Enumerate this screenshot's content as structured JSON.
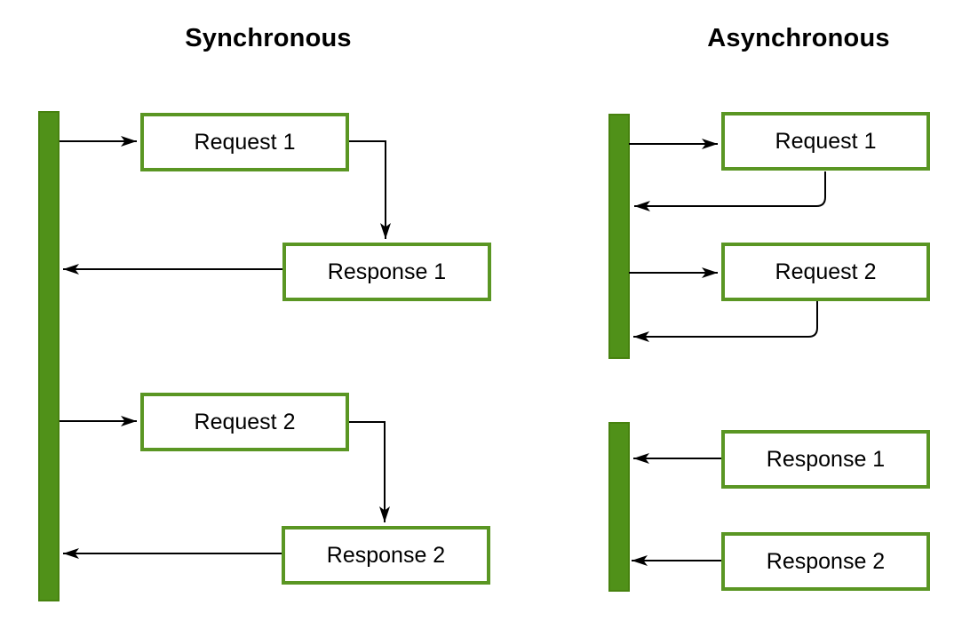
{
  "diagram": {
    "synchronous": {
      "title": "Synchronous",
      "nodes": {
        "request1": "Request 1",
        "response1": "Response 1",
        "request2": "Request 2",
        "response2": "Response 2"
      }
    },
    "asynchronous": {
      "title": "Asynchronous",
      "nodes": {
        "request1": "Request 1",
        "request2": "Request 2",
        "response1": "Response 1",
        "response2": "Response 2"
      }
    }
  },
  "colors": {
    "node_border": "#5a9623",
    "bar_fill": "#509119",
    "bar_stroke": "#47820f",
    "line": "#000000",
    "background": "#ffffff",
    "text": "#000000"
  }
}
